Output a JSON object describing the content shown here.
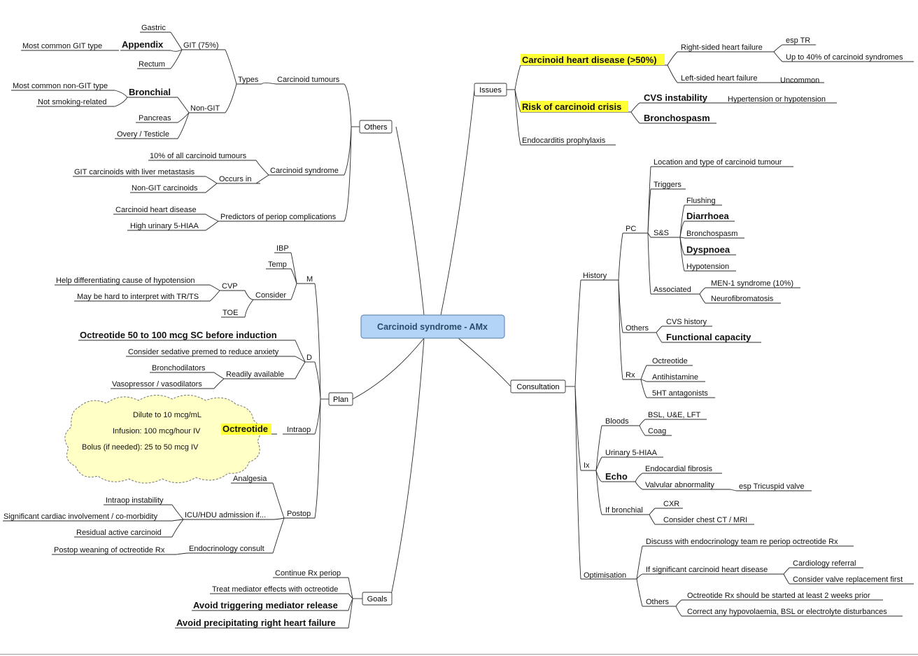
{
  "root": {
    "label": "Carcinoid syndrome - AMx"
  },
  "main": {
    "others": "Others",
    "plan": "Plan",
    "goals": "Goals",
    "issues": "Issues",
    "consultation": "Consultation"
  },
  "colors": {
    "highlight": "#ffff33",
    "root_fill": "#b3d4f5",
    "cloud_fill": "#ffffc6"
  },
  "others": {
    "carcinoid_tumours": "Carcinoid tumours",
    "types": "Types",
    "git": "GIT (75%)",
    "gastric": "Gastric",
    "appendix": "Appendix",
    "most_common_git": "Most common GIT type",
    "rectum": "Rectum",
    "non_git": "Non-GIT",
    "bronchial": "Bronchial",
    "most_common_non_git": "Most common non-GIT type",
    "not_smoking": "Not smoking-related",
    "pancreas": "Pancreas",
    "ovary": "Overy / Testicle",
    "carcinoid_syndrome": "Carcinoid syndrome",
    "ten_percent": "10% of all carcinoid tumours",
    "occurs_in": "Occurs in",
    "git_liver": "GIT carcinoids with liver metastasis",
    "non_git_carcinoids": "Non-GIT carcinoids",
    "predictors": "Predictors of periop complications",
    "heart_disease": "Carcinoid heart disease",
    "hiaa": "High urinary 5-HIAA"
  },
  "plan": {
    "m": "M",
    "ibp": "IBP",
    "temp": "Temp",
    "consider": "Consider",
    "cvp": "CVP",
    "cvp_a": "Help differentiating cause of hypotension",
    "cvp_b": "May be hard to interpret with TR/TS",
    "toe": "TOE",
    "d": "D",
    "octreotide_sc": "Octreotide 50 to 100 mcg SC before induction",
    "sedative": "Consider sedative premed to reduce anxiety",
    "readily": "Readily available",
    "bronchodilators": "Bronchodilators",
    "vasopressor": "Vasopressor / vasodilators",
    "intraop": "Intraop",
    "octreotide": "Octreotide",
    "dilute": "Dilute to 10 mcg/mL",
    "infusion": "Infusion: 100 mcg/hour IV",
    "bolus": "Bolus (if needed): 25 to 50 mcg IV",
    "postop": "Postop",
    "analgesia": "Analgesia",
    "icu": "ICU/HDU admission if...",
    "icu_a": "Intraop instability",
    "icu_b": "Significant cardiac involvement / co-morbidity",
    "icu_c": "Residual active carcinoid",
    "endo": "Endocrinology consult",
    "weaning": "Postop weaning of octreotide Rx"
  },
  "goals": {
    "continue": "Continue Rx periop",
    "treat": "Treat mediator effects with octreotide",
    "avoid_trigger": "Avoid triggering mediator release",
    "avoid_rhf": "Avoid precipitating right heart failure"
  },
  "issues": {
    "heart_disease": "Carcinoid heart disease (>50%)",
    "right_hf": "Right-sided heart failure",
    "esp_tr": "esp TR",
    "up_to_40": "Up to 40% of carcinoid syndromes",
    "left_hf": "Left-sided heart failure",
    "uncommon": "Uncommon",
    "crisis": "Risk of carcinoid crisis",
    "cvs": "CVS instability",
    "hyper_hypo": "Hypertension or hypotension",
    "bronchospasm": "Bronchospasm",
    "endocarditis": "Endocarditis prophylaxis"
  },
  "consultation": {
    "history": "History",
    "pc": "PC",
    "location": "Location and type of carcinoid tumour",
    "triggers": "Triggers",
    "ss": "S&S",
    "flushing": "Flushing",
    "diarrhoea": "Diarrhoea",
    "bronchospasm": "Bronchospasm",
    "dyspnoea": "Dyspnoea",
    "hypotension": "Hypotension",
    "associated": "Associated",
    "men1": "MEN-1 syndrome (10%)",
    "neurofibromatosis": "Neurofibromatosis",
    "others": "Others",
    "cvs_history": "CVS history",
    "functional": "Functional capacity",
    "rx": "Rx",
    "octreotide": "Octreotide",
    "antihistamine": "Antihistamine",
    "antagonists": "5HT antagonists",
    "ix": "Ix",
    "bloods": "Bloods",
    "bsl": "BSL, U&E, LFT",
    "coag": "Coag",
    "urinary": "Urinary 5-HIAA",
    "echo": "Echo",
    "endocardial": "Endocardial fibrosis",
    "valvular": "Valvular abnormality",
    "tricuspid": "esp Tricuspid valve",
    "if_bronchial": "If bronchial",
    "cxr": "CXR",
    "ct_mri": "Consider chest CT / MRI",
    "optimisation": "Optimisation",
    "discuss": "Discuss with endocrinology team re periop octreotide Rx",
    "if_heart": "If significant carcinoid heart disease",
    "cardiology": "Cardiology referral",
    "valve_replacement": "Consider valve replacement first",
    "opt_others": "Others",
    "two_weeks": "Octreotide Rx should be started at least 2 weeks prior",
    "correct": "Correct any hypovolaemia, BSL or electrolyte disturbances"
  }
}
